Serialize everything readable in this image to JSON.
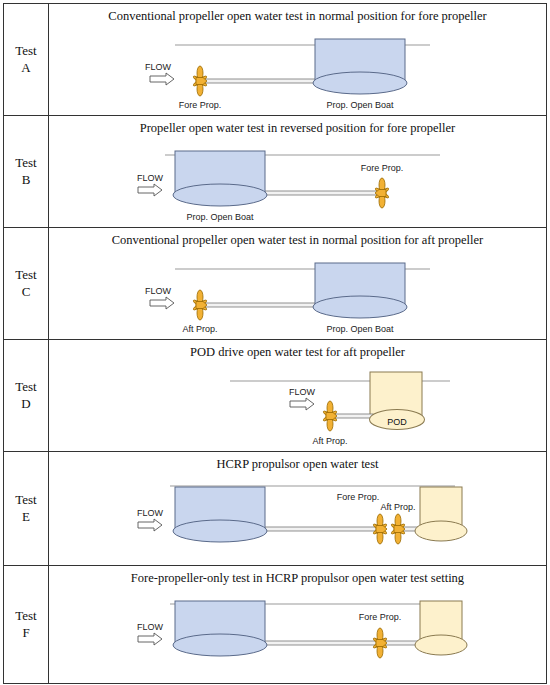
{
  "diagram": {
    "nodes": [
      {
        "text": [
          "Test A"
        ]
      },
      {
        "text": [
          "Conventional propeller open water test in normal position for fore propeller"
        ]
      },
      {
        "text": [
          "Test B"
        ]
      },
      {
        "text": [
          "Propeller open water test in reversed position for fore propeller"
        ]
      },
      {
        "text": [
          "Test C"
        ]
      },
      {
        "text": [
          "Conventional propeller open water test in normal position for aft propeller"
        ]
      },
      {
        "text": [
          "Test D"
        ]
      },
      {
        "text": [
          "POD drive open water test for aft propeller"
        ]
      },
      {
        "text": [
          "POD"
        ],
        "in": 7
      },
      {
        "text": [
          "Test E"
        ]
      },
      {
        "text": [
          "HCRP propulsor open water test"
        ]
      },
      {
        "text": [
          "Test F"
        ]
      },
      {
        "text": [
          "Fore-propeller-only test in HCRP propulsor open water test setting"
        ]
      }
    ],
    "labels": [
      "FLOW",
      "Fore Prop.",
      "Prop. Open Boat",
      "Fore Prop.",
      "FLOW",
      "Prop. Open Boat",
      "FLOW",
      "Aft Prop.",
      "Prop. Open Boat",
      "FLOW",
      "Aft Prop.",
      "FLOW",
      "Fore Prop.",
      "Aft Prop.",
      "FLOW",
      "Fore Prop."
    ]
  }
}
